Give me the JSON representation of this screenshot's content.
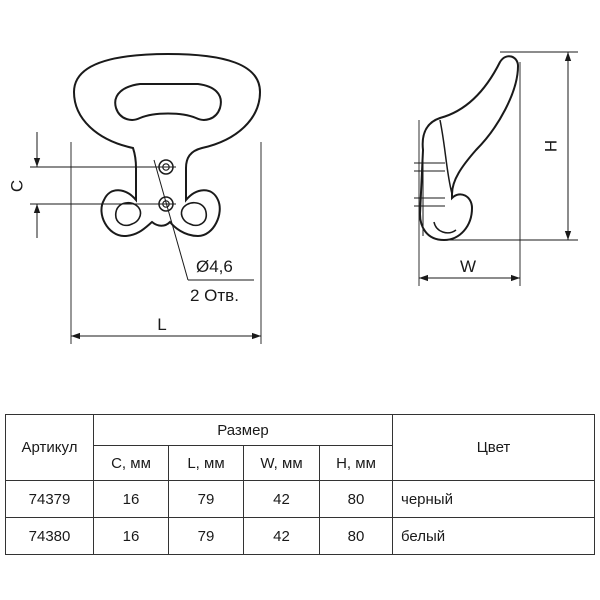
{
  "drawing": {
    "label_c": "C",
    "label_l": "L",
    "label_h": "H",
    "label_w": "W",
    "hole_diameter": "Ø4,6",
    "hole_count": "2 Отв."
  },
  "table": {
    "col_article": "Артикул",
    "group_size": "Размер",
    "col_color": "Цвет",
    "size_columns": [
      "C, мм",
      "L, мм",
      "W, мм",
      "H, мм"
    ],
    "rows": [
      {
        "article": "74379",
        "c": "16",
        "l": "79",
        "w": "42",
        "h": "80",
        "color": "черный"
      },
      {
        "article": "74380",
        "c": "16",
        "l": "79",
        "w": "42",
        "h": "80",
        "color": "белый"
      }
    ]
  }
}
